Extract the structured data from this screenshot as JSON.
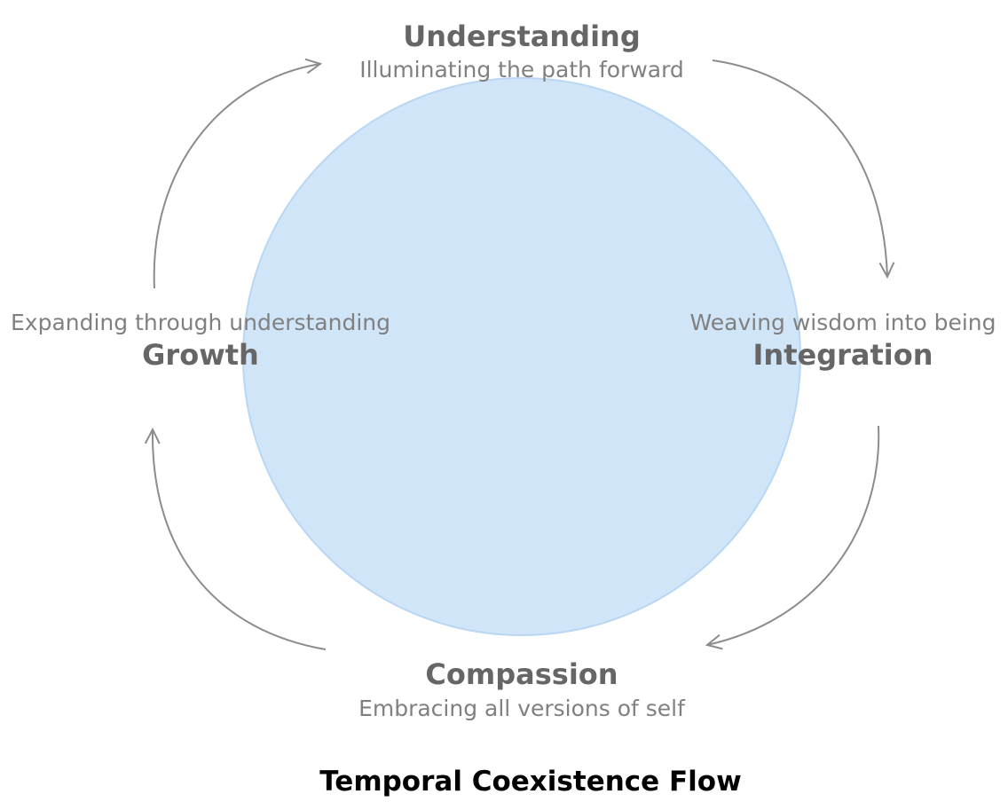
{
  "title": "Temporal Coexistence Flow",
  "colors": {
    "circle_fill": "#d1e5f8",
    "circle_stroke": "#b9d7f3",
    "title_text": "#000000",
    "node_title": "#666666",
    "node_subtitle": "#808080",
    "arrow": "#8c8c8c"
  },
  "nodes": [
    {
      "id": "understanding",
      "title": "Understanding",
      "subtitle": "Illuminating the path forward",
      "position": "top"
    },
    {
      "id": "integration",
      "title": "Integration",
      "subtitle": "Weaving wisdom into being",
      "position": "right"
    },
    {
      "id": "compassion",
      "title": "Compassion",
      "subtitle": "Embracing all versions of self",
      "position": "bottom"
    },
    {
      "id": "growth",
      "title": "Growth",
      "subtitle": "Expanding through understanding",
      "position": "left"
    }
  ],
  "edges": [
    {
      "from": "understanding",
      "to": "integration",
      "direction": "clockwise"
    },
    {
      "from": "integration",
      "to": "compassion",
      "direction": "clockwise"
    },
    {
      "from": "compassion",
      "to": "growth",
      "direction": "clockwise"
    },
    {
      "from": "growth",
      "to": "understanding",
      "direction": "clockwise"
    }
  ]
}
